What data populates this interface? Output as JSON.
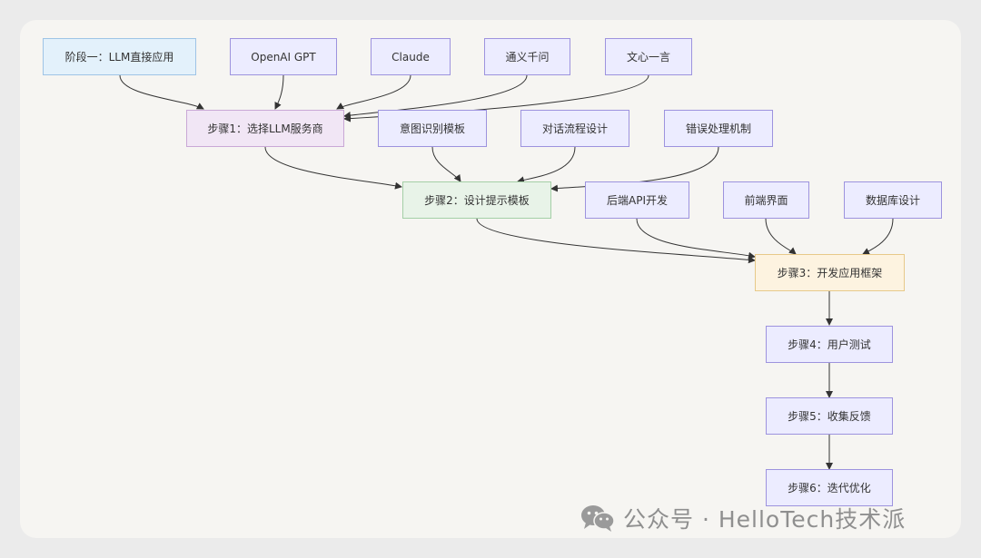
{
  "nodes": {
    "phase1": "阶段一：LLM直接应用",
    "openai": "OpenAI GPT",
    "claude": "Claude",
    "tongyi": "通义千问",
    "wenxin": "文心一言",
    "step1": "步骤1：选择LLM服务商",
    "intent": "意图识别模板",
    "dialog": "对话流程设计",
    "error": "错误处理机制",
    "step2": "步骤2：设计提示模板",
    "backend": "后端API开发",
    "frontend": "前端界面",
    "database": "数据库设计",
    "step3": "步骤3：开发应用框架",
    "step4": "步骤4：用户测试",
    "step5": "步骤5：收集反馈",
    "step6": "步骤6：迭代优化"
  },
  "watermark": {
    "text": "公众号 · HelloTech技术派",
    "icon": "wechat-icon"
  },
  "colors": {
    "default_fill": "#ececff",
    "phase_fill": "#e3f1fb",
    "step1_fill": "#f1e6f5",
    "step2_fill": "#e8f3e8",
    "step3_fill": "#fdf3e0",
    "edge": "#333333"
  }
}
